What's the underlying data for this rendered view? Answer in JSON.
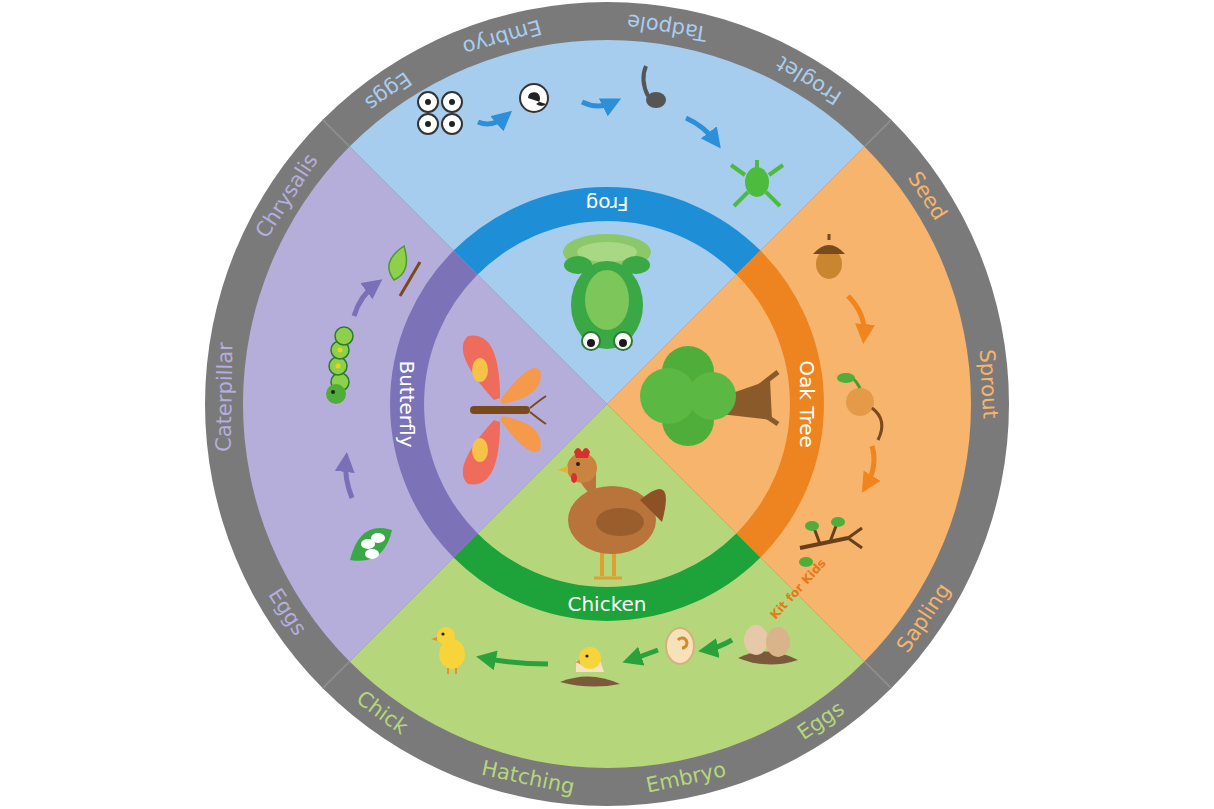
{
  "diagram": {
    "nodes": [
      {
        "text": [
          "Frog"
        ]
      },
      {
        "text": [
          "Oak Tree"
        ]
      },
      {
        "text": [
          "Chicken"
        ]
      },
      {
        "text": [
          "Butterfly"
        ]
      }
    ],
    "labels": [
      "Eggs",
      "Embryo",
      "Tadpole",
      "Froglet",
      "Seed",
      "Sprout",
      "Sapling",
      "Eggs",
      "Embryo",
      "Hatching",
      "Chick",
      "Eggs",
      "Caterpillar",
      "Chrysalis",
      "Kit for Kids"
    ]
  }
}
